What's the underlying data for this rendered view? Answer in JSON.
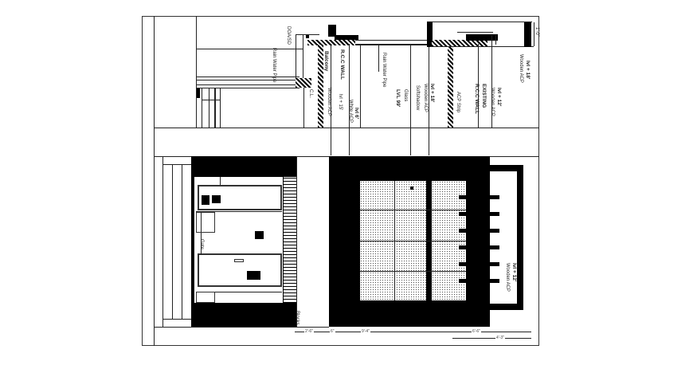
{
  "drawing": {
    "type": "architectural elevation / section (rotated 90°)",
    "labels": {
      "dado": "DOA/SD",
      "rain_water_pipe_1": "Rain Water Pipe",
      "balcony": "Balcony",
      "rcc_wall_1": "R.C.C WALL",
      "lvl15_left": "lvl + 15'",
      "wooden_acp_1": "Wooden ACP",
      "lvl6": "lvl 6'",
      "white_acp": "White ACP",
      "rain_water_pipe_2": "Rain Water Pipe",
      "glass": "Glass",
      "lvl99": "LVL 99'",
      "softshadow": "Softshadow",
      "lvl18_mid": "lvl + 18'",
      "wooden_acp_2": "Wooden ACP",
      "existing": "EXISTING",
      "rcc_wall_2": "R.C.C WALL",
      "lvl12": "lvl + 12'",
      "wooden_acp_3": "Wooden ACP",
      "lvl18_right": "lvl + 18'",
      "wooden_acp_4": "Wooden ACP",
      "lvl12_bottom": "lvl + 12'",
      "wooden_acp_5": "Wooden ACP",
      "acp_strip": "ACP Strip",
      "small_tag": "C.L.",
      "gate_tag": "Gate",
      "foot_tag": "Blocks"
    },
    "dimensions": {
      "d1": "2'-6\"",
      "d2": "6\"",
      "d3": "9'-4\"",
      "d4": "6'-6\"",
      "d5": "4'-3\"",
      "top_right": "1'-0\""
    }
  }
}
